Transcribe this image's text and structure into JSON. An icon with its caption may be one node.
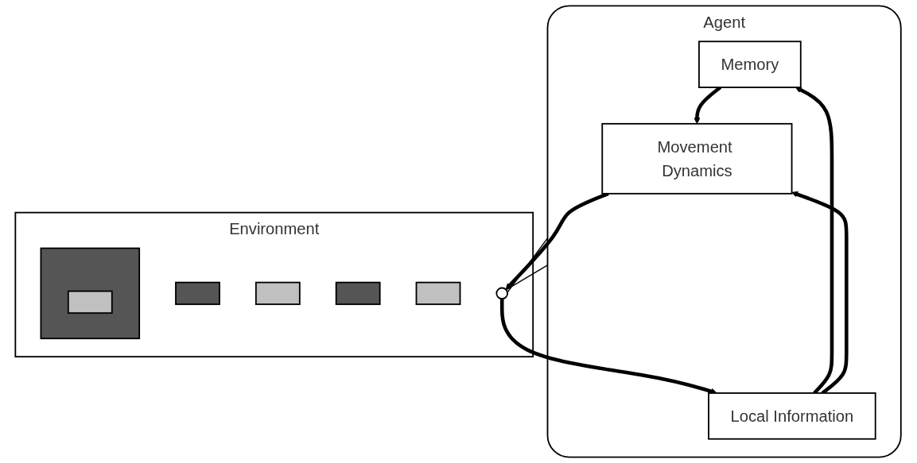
{
  "diagram": {
    "nodes": [
      {
        "text": [
          "Agent"
        ]
      },
      {
        "text": [
          "Memory"
        ],
        "in": 0
      },
      {
        "text": [
          "Local Information"
        ],
        "in": 0
      },
      {
        "text": [
          "Movement Dynamics"
        ],
        "in": 0
      },
      {
        "text": [
          "Environment"
        ]
      },
      {
        "text": [],
        "shape": "circle",
        "in": 4
      },
      {
        "text": [],
        "shape": "box",
        "in": 4
      },
      {
        "text": [],
        "shape": "box",
        "in": 6
      },
      {
        "text": [],
        "shape": "box",
        "in": 4
      },
      {
        "text": [],
        "shape": "box",
        "in": 4
      },
      {
        "text": [],
        "shape": "box",
        "in": 4
      },
      {
        "text": [],
        "shape": "box",
        "in": 4
      }
    ],
    "edges": [
      {
        "from": 2,
        "to": 1,
        "arrow": "to"
      },
      {
        "from": 1,
        "to": 3,
        "arrow": "to"
      },
      {
        "from": 2,
        "to": 3,
        "arrow": "to"
      },
      {
        "from": 3,
        "to": 5,
        "arrow": "to"
      },
      {
        "from": 5,
        "to": 2,
        "arrow": "to"
      },
      {
        "from": 0,
        "to": 5,
        "arrow": "none"
      },
      {
        "from": 5,
        "to": 0,
        "arrow": "none"
      }
    ]
  }
}
